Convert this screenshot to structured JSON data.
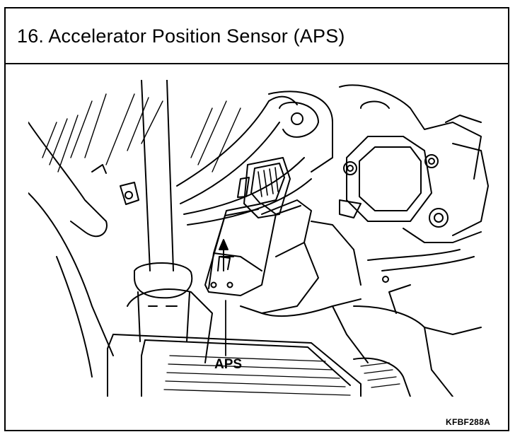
{
  "section": {
    "title": "16.  Accelerator Position Sensor (APS)"
  },
  "figure": {
    "callout_label": "APS",
    "figure_code": "KFBF288A"
  }
}
